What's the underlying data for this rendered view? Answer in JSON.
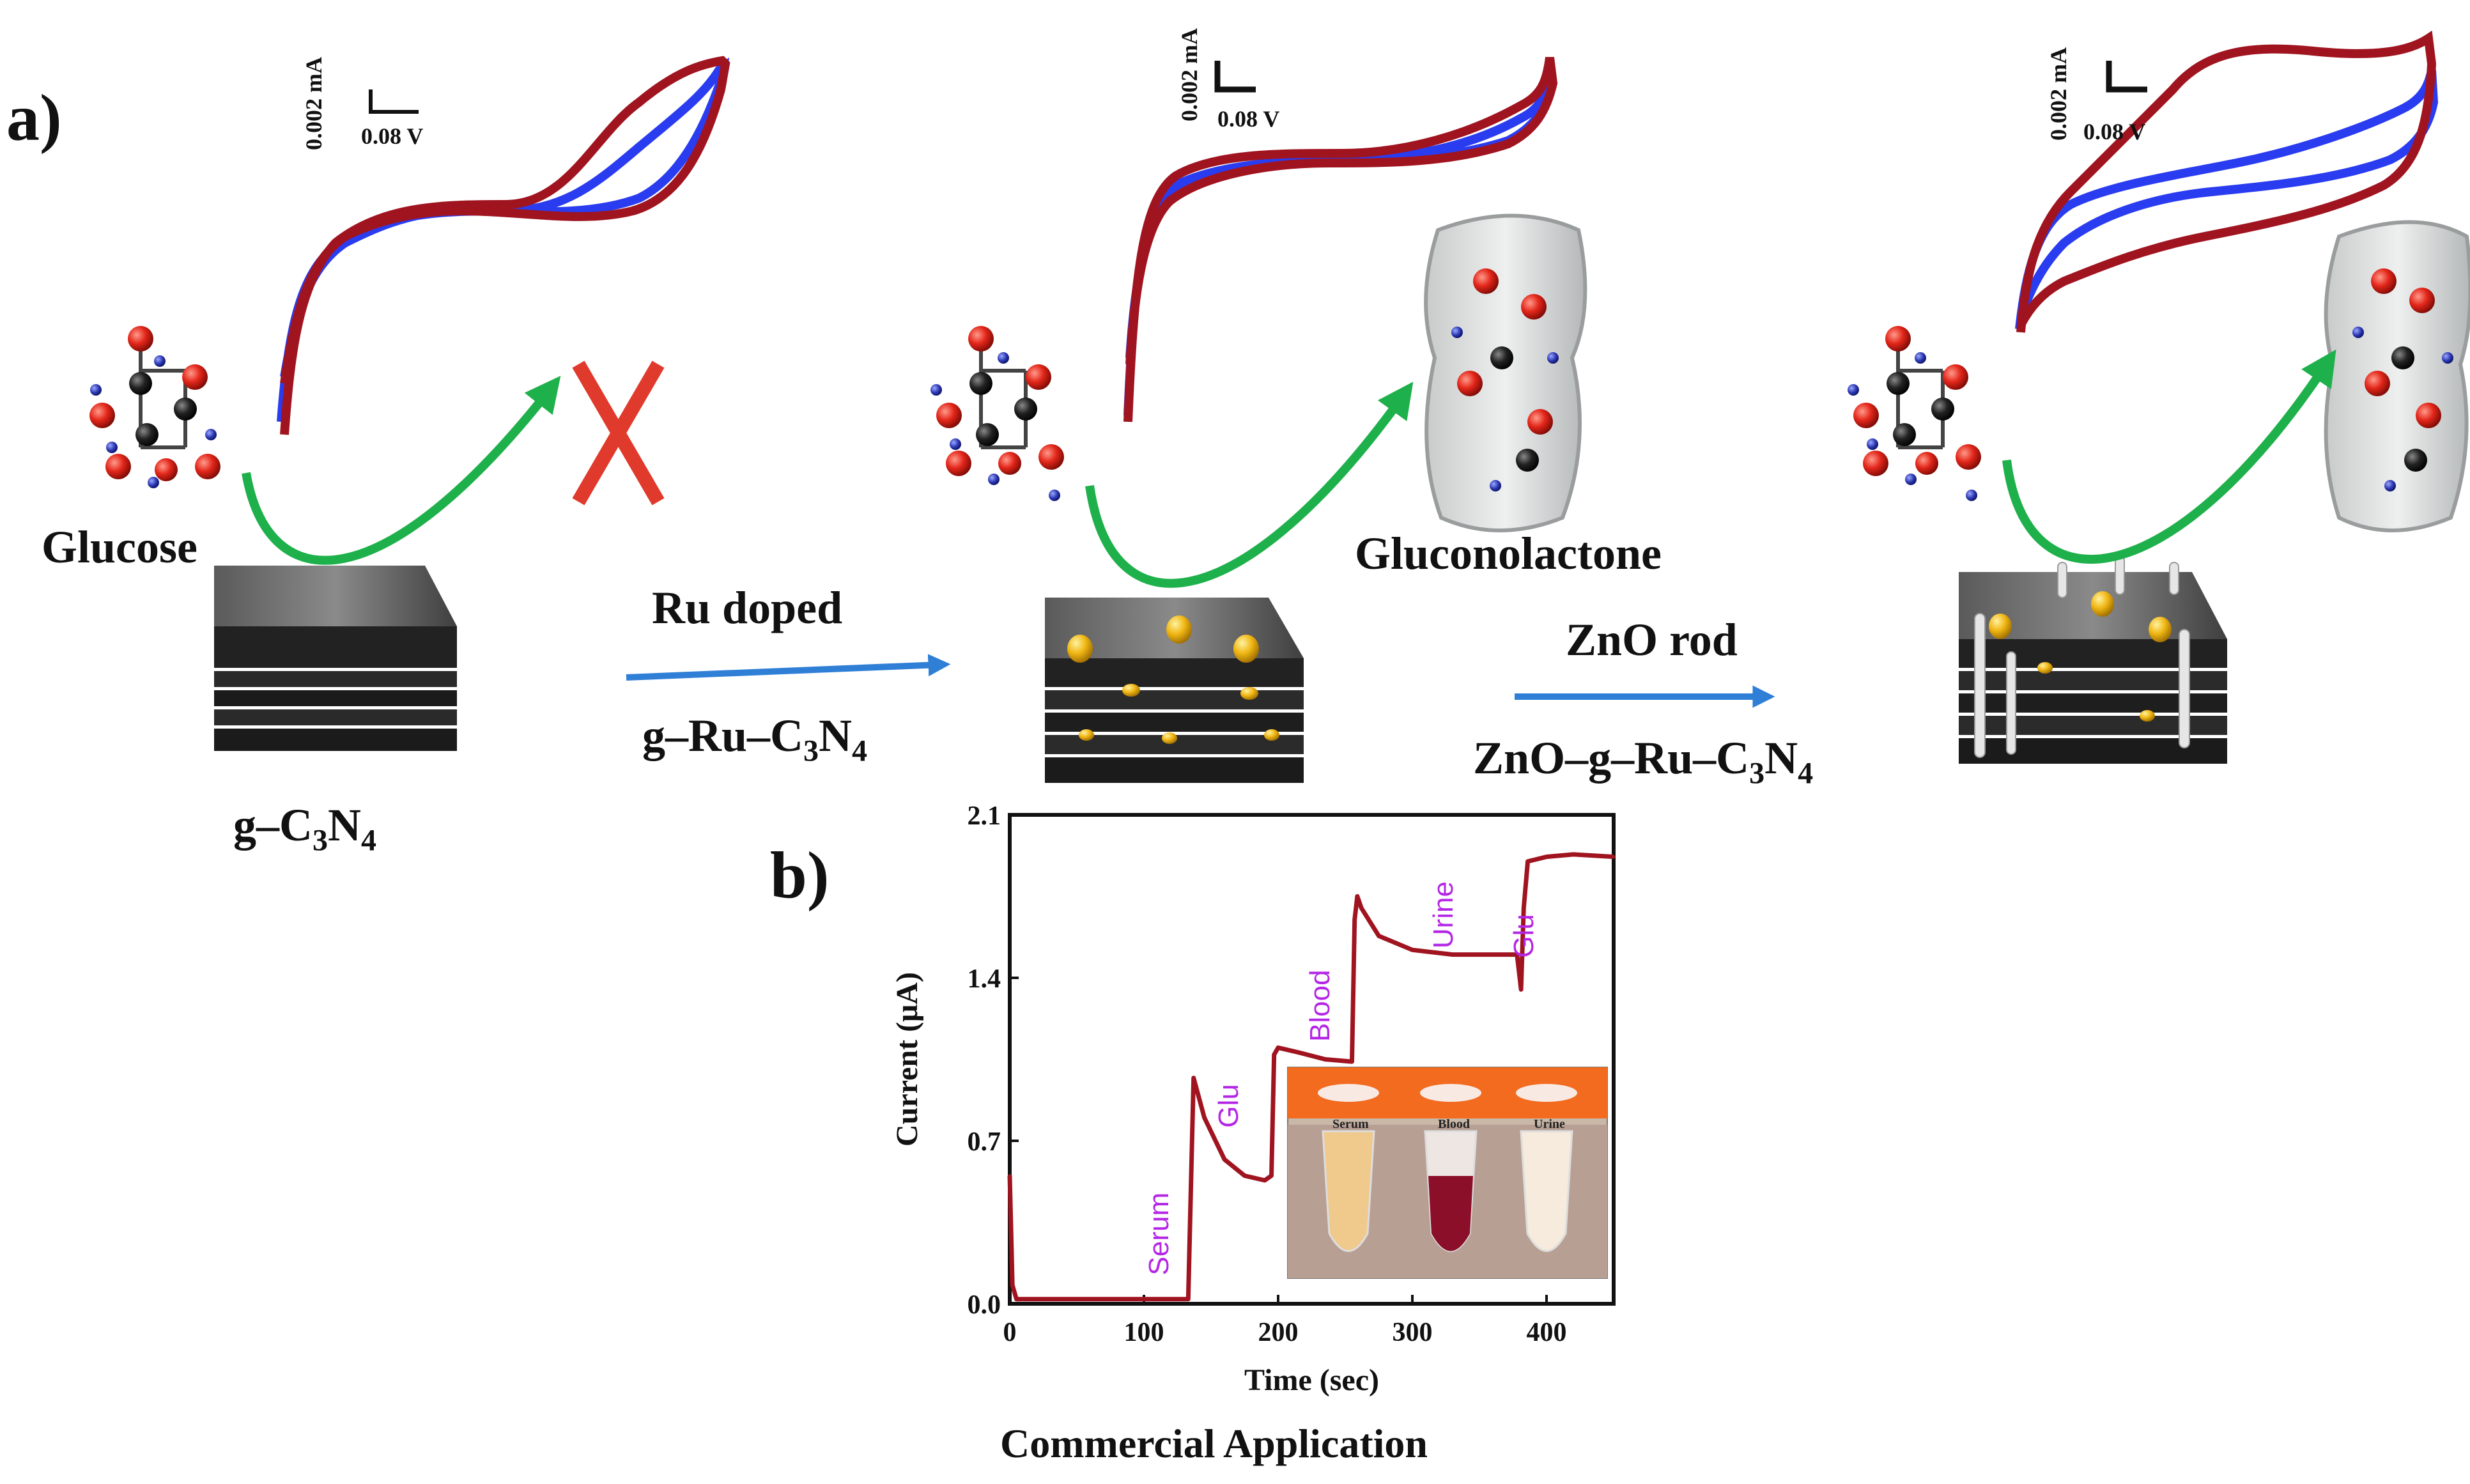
{
  "panel_a": {
    "label": "a)",
    "stages": [
      {
        "substrate": "g–C",
        "sub1": "3",
        "mid": "N",
        "sub2": "4",
        "analyte": "Glucose",
        "result": "",
        "scale_y": "0.002 mA",
        "scale_x": "0.08 V"
      },
      {
        "substrate": "",
        "analyte": "",
        "result": "Gluconolactone",
        "scale_y": "0.002 mA",
        "scale_x": "0.08 V"
      },
      {
        "substrate": "",
        "analyte": "",
        "result": "",
        "scale_y": "0.002 mA",
        "scale_x": "0.08 V"
      }
    ],
    "arrows": [
      {
        "top": "Ru doped",
        "bottom_main": "g–Ru–C",
        "bottom_sub1": "3",
        "bottom_mid": "N",
        "bottom_sub2": "4"
      },
      {
        "top": "ZnO rod",
        "bottom_main": "ZnO–g–Ru–C",
        "bottom_sub1": "3",
        "bottom_mid": "N",
        "bottom_sub2": "4"
      }
    ],
    "colors": {
      "cv_blue": "#2a3cf0",
      "cv_red": "#a01420",
      "arrow_green": "#1eb04a",
      "arrow_blue": "#2f7fd6",
      "cross_red": "#e03a2c"
    }
  },
  "panel_b": {
    "label": "b)",
    "caption": "Commercial Application",
    "inset_labels": [
      "Serum",
      "Blood",
      "Urine"
    ]
  },
  "chart_data": {
    "type": "line",
    "xlabel": "Time (sec)",
    "ylabel": "Current (μA)",
    "xlim": [
      0,
      450
    ],
    "ylim": [
      0,
      2.1
    ],
    "xticks": [
      0,
      100,
      200,
      300,
      400
    ],
    "yticks": [
      "0.0",
      "0.7",
      "1.4",
      "2.1"
    ],
    "series": [
      {
        "color": "#a01420",
        "x": [
          0,
          2,
          5,
          20,
          60,
          100,
          133,
          135,
          137,
          145,
          160,
          175,
          190,
          195,
          197,
          200,
          215,
          235,
          255,
          257,
          259,
          262,
          275,
          300,
          330,
          360,
          378,
          381,
          383,
          386,
          400,
          420,
          450
        ],
        "y": [
          0.55,
          0.08,
          0.02,
          0.02,
          0.02,
          0.02,
          0.02,
          0.5,
          0.97,
          0.8,
          0.62,
          0.55,
          0.53,
          0.55,
          1.07,
          1.1,
          1.08,
          1.05,
          1.04,
          1.65,
          1.75,
          1.7,
          1.58,
          1.52,
          1.5,
          1.5,
          1.5,
          1.35,
          1.7,
          1.9,
          1.92,
          1.93,
          1.92
        ]
      }
    ],
    "annotations": [
      {
        "text": "Serum",
        "x": 118,
        "y": 0.3
      },
      {
        "text": "Glu",
        "x": 170,
        "y": 0.85
      },
      {
        "text": "Blood",
        "x": 238,
        "y": 1.28
      },
      {
        "text": "Urine",
        "x": 330,
        "y": 1.67
      },
      {
        "text": "Glu",
        "x": 390,
        "y": 1.58
      }
    ]
  }
}
